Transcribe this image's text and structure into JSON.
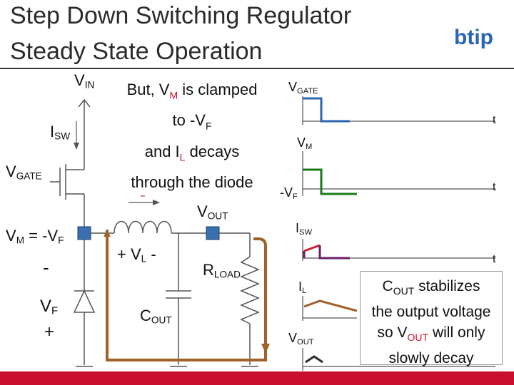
{
  "slide": {
    "title_line1": "Step Down Switching Regulator",
    "title_line2": "Steady State Operation",
    "logo": "btip"
  },
  "labels": {
    "vin_main": "V",
    "vin_sub": "IN",
    "isw_main": "I",
    "isw_sub": "SW",
    "vgate_main": "V",
    "vgate_sub": "GATE",
    "vm_main": "V",
    "vm_sub": "M",
    "vm_eq": " = -V",
    "vm_eq_sub": "F",
    "vf_minus": "-",
    "vf_main": "V",
    "vf_sub": "F",
    "vf_plus": "+",
    "il_main": "I",
    "il_sub": "L",
    "vout_main": "V",
    "vout_sub": "OUT",
    "vl": "+ V",
    "vl_sub": "L",
    "vl_minus": " -",
    "rload_main": "R",
    "rload_sub": "LOAD",
    "cout_main": "C",
    "cout_sub": "OUT"
  },
  "note": {
    "line1_pre": "But, V",
    "line1_sub": "M",
    "line1_post": " is clamped",
    "line2_pre": "to -V",
    "line2_sub": "F",
    "line3_pre": "and I",
    "line3_sub": "L",
    "line3_post": " decays",
    "line4": "through the diode"
  },
  "waveforms": {
    "vgate_main": "V",
    "vgate_sub": "GATE",
    "vm_main": "V",
    "vm_sub": "M",
    "negvf_main": "-V",
    "negvf_sub": "F",
    "isw_main": "I",
    "isw_sub": "SW",
    "il_main": "I",
    "il_sub": "L",
    "vout_main": "V",
    "vout_sub": "OUT",
    "t": "t"
  },
  "callout": {
    "line1_main": "C",
    "line1_sub": "OUT",
    "line1_post": " stabilizes",
    "line2": "the output voltage",
    "line3_pre": "so V",
    "line3_sub": "OUT",
    "line3_post": " will only",
    "line4": "slowly decay"
  },
  "colors": {
    "wave_green": "#1a7a1a",
    "wave_red": "#d0202e",
    "wave_purple": "#6b1f6b",
    "current_path": "#a0622a",
    "node": "#3a6fb0",
    "accent_red": "#c8102e"
  }
}
